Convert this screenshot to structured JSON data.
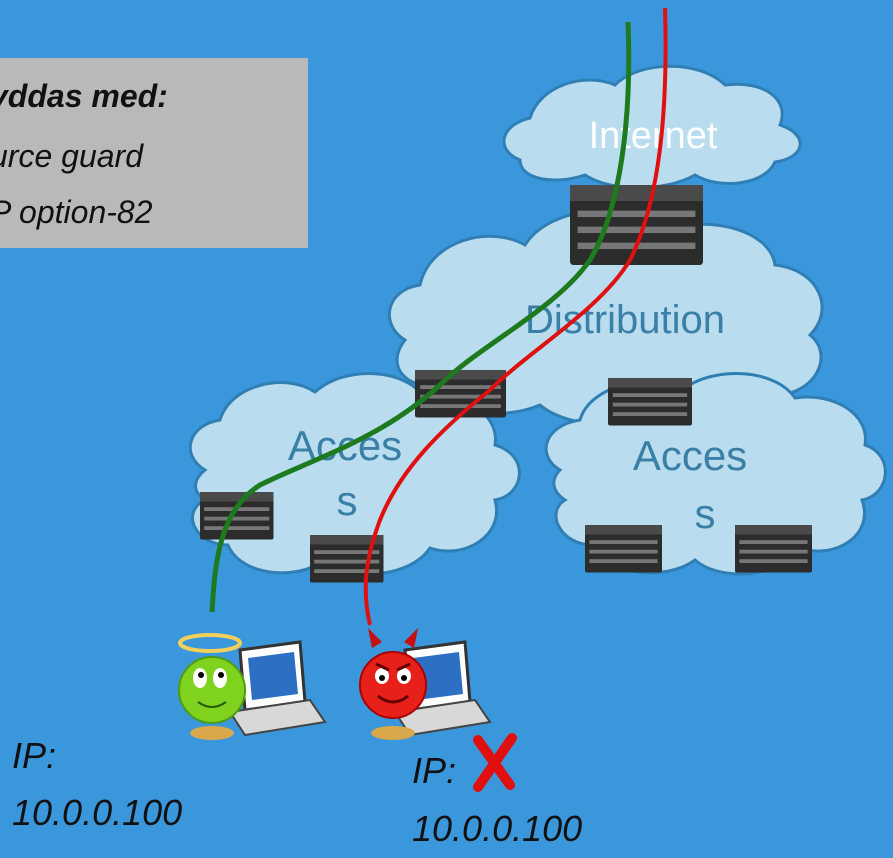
{
  "note": {
    "heading": "yddas med:",
    "line1": "urce guard",
    "line2": "P option-82"
  },
  "clouds": {
    "internet": "Internet",
    "distribution": "Distribution",
    "access_left": [
      "Acces",
      "s"
    ],
    "access_right": [
      "Acces",
      "s"
    ]
  },
  "hosts": {
    "legit": {
      "ip_label": "IP:",
      "ip": "10.0.0.100"
    },
    "attacker": {
      "ip_label": "IP:",
      "ip": "10.0.0.100"
    }
  },
  "colors": {
    "background": "#3b97dc",
    "cloud": "#b9dcee",
    "legit_path": "#1e7a1e",
    "attack_path": "#e01010",
    "blocked_mark": "#e01010"
  }
}
